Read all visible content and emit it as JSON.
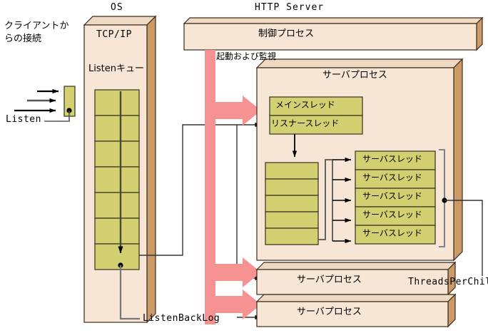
{
  "diagram": {
    "title_os": "OS",
    "title_http": "HTTP Server",
    "colors": {
      "box_face": "#f7e6d6",
      "box_top": "#efd9c2",
      "box_side": "#cc9a66",
      "thread_fill": "#d3d072",
      "arrow_pink": "#f79292",
      "outline": "#5a5a5a",
      "text": "#000000",
      "white": "#ffffff"
    },
    "labels": {
      "client_connection": "クライアントか\nらの接続",
      "client_connection_line1": "クライアントか",
      "client_connection_line2": "らの接続",
      "listen": "Listen",
      "listen_backlog": "ListenBackLog",
      "threads_per_child": "ThreadsPerChild",
      "tcpip": "TCP/IP",
      "listen_queue": "Listenキュー",
      "control_process": "制御プロセス",
      "start_and_monitor": "起動および監視",
      "server_process": "サーバプロセス",
      "main_thread": "メインスレッド",
      "listener_thread": "リスナースレッド",
      "server_thread": "サーバスレッド"
    },
    "listen_queue": {
      "cell_count": 7,
      "caption": "Listenキュー"
    },
    "server_process_main": {
      "title": "サーバプロセス",
      "threads": [
        "メインスレッド",
        "リスナースレッド"
      ],
      "worker_queue_cells": 5,
      "server_threads": [
        "サーバスレッド",
        "サーバスレッド",
        "サーバスレッド",
        "サーバスレッド",
        "サーバスレッド"
      ]
    },
    "server_processes_extra": [
      "サーバプロセス",
      "サーバプロセス"
    ],
    "client_arrows": 3
  }
}
